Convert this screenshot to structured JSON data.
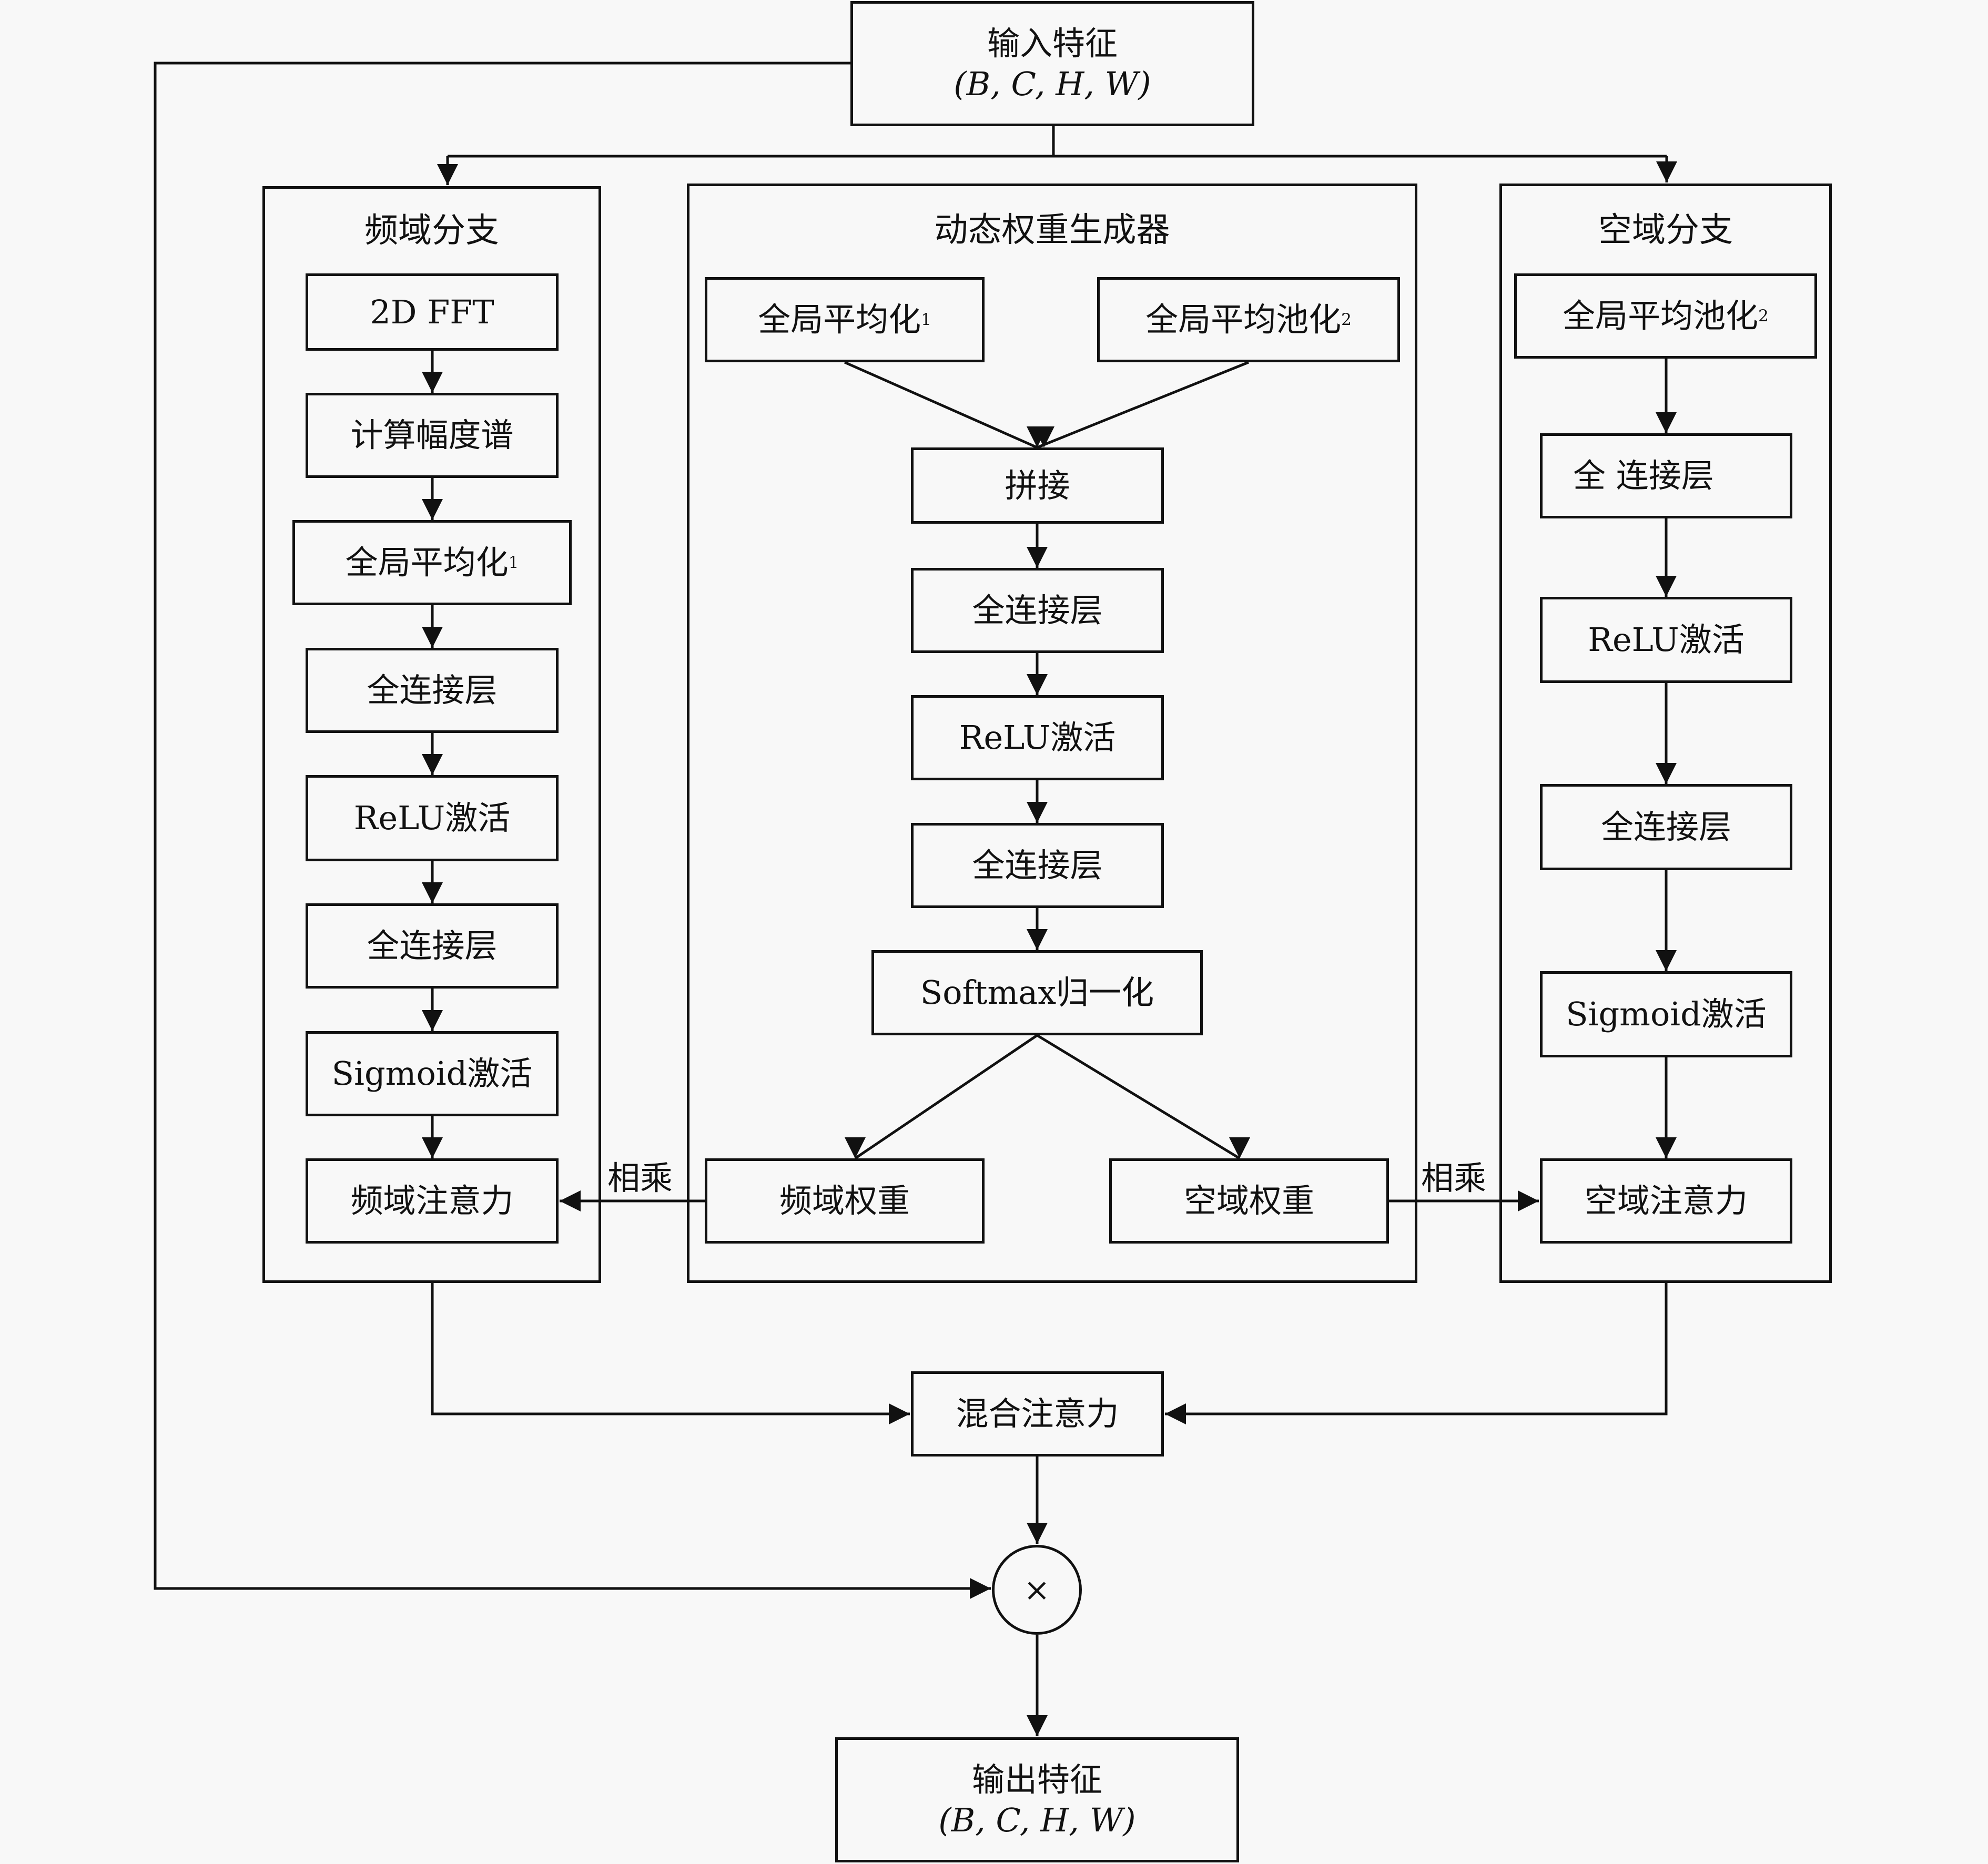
{
  "input": {
    "title": "输入特征",
    "shape": "(B, C, H, W)"
  },
  "output": {
    "title": "输出特征",
    "shape": "(B, C, H, W)"
  },
  "freq_branch": {
    "title": "频域分支",
    "steps": [
      "2D FFT",
      "计算幅度谱",
      "全局平均化",
      "全连接层",
      "ReLU激活",
      "全连接层",
      "Sigmoid激活",
      "频域注意力"
    ],
    "step3_sup": "1"
  },
  "weight_gen": {
    "title": "动态权重生成器",
    "gap1": "全局平均化",
    "gap1_sup": "1",
    "gap2": "全局平均池化",
    "gap2_sup": "2",
    "steps": [
      "拼接",
      "全连接层",
      "ReLU激活",
      "全连接层",
      "Softmax归一化"
    ],
    "freq_weight": "频域权重",
    "spatial_weight": "空域权重"
  },
  "spatial_branch": {
    "title": "空域分支",
    "gap": "全局平均池化",
    "gap_sup": "2",
    "steps": [
      "全 连接层",
      "ReLU激活",
      "全连接层",
      "Sigmoid激活",
      "空域注意力"
    ]
  },
  "multiply_label_left": "相乘",
  "multiply_label_right": "相乘",
  "mix": "混合注意力",
  "multiply_symbol": "×"
}
